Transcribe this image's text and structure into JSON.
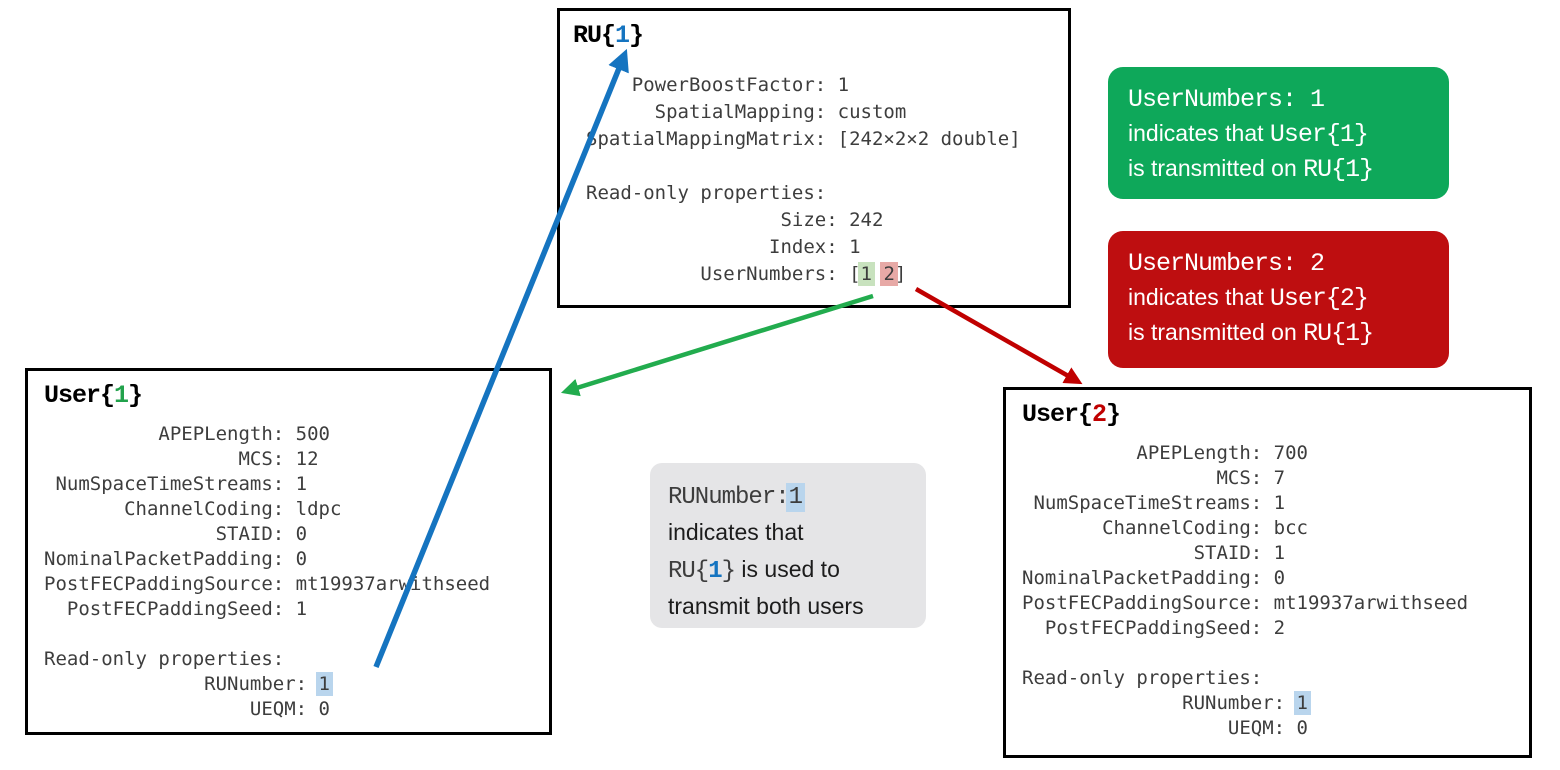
{
  "colors": {
    "ink": "#3d3d3d",
    "gray-ink": "#1c1c1c",
    "border": "#000000",
    "blue": "#1574c0",
    "green": "#22a24c",
    "dark-red": "#c00000",
    "hl-green": "#c8e2be",
    "hl-red": "#e7a9a6",
    "hl-blue": "#b9d5ed",
    "callout-green-bg": "#0ea85a",
    "callout-red-bg": "#be0e10",
    "callout-gray-bg": "#e5e5e7",
    "arrow-blue": "#1574c0",
    "arrow-green": "#22ac4e",
    "arrow-red": "#c00000"
  },
  "boxes": {
    "ru": {
      "title": [
        {
          "t": "RU{"
        },
        {
          "t": "1",
          "c": "num-blue"
        },
        {
          "t": "}"
        }
      ],
      "lines": [
        "    PowerBoostFactor: 1",
        "      SpatialMapping: custom",
        "SpatialMappingMatrix: [242×2×2 double]",
        "",
        "Read-only properties:",
        "                 Size: 242",
        "                Index: 1",
        [
          {
            "t": "          UserNumbers: ["
          },
          {
            "t": "1",
            "c": "hl-green"
          },
          {
            "t": " "
          },
          {
            "t": "2",
            "c": "hl-red"
          },
          {
            "t": "]"
          }
        ]
      ]
    },
    "user1": {
      "title": [
        {
          "t": "User{"
        },
        {
          "t": "1",
          "c": "num-green"
        },
        {
          "t": "}"
        }
      ],
      "lines": [
        "          APEPLength: 500",
        "                 MCS: 12",
        " NumSpaceTimeStreams: 1",
        "       ChannelCoding: ldpc",
        "               STAID: 0",
        "NominalPacketPadding: 0",
        "PostFECPaddingSource: mt19937arwithseed",
        "  PostFECPaddingSeed: 1",
        "",
        "Read-only properties:",
        [
          {
            "t": "              RUNumber: "
          },
          {
            "t": "1",
            "c": "hl-blue"
          }
        ],
        "                  UEQM: 0"
      ]
    },
    "user2": {
      "title": [
        {
          "t": "User{"
        },
        {
          "t": "2",
          "c": "num-red"
        },
        {
          "t": "}"
        }
      ],
      "lines": [
        "          APEPLength: 700",
        "                 MCS: 7",
        " NumSpaceTimeStreams: 1",
        "       ChannelCoding: bcc",
        "               STAID: 1",
        "NominalPacketPadding: 0",
        "PostFECPaddingSource: mt19937arwithseed",
        "  PostFECPaddingSeed: 2",
        "",
        "Read-only properties:",
        [
          {
            "t": "              RUNumber: "
          },
          {
            "t": "1",
            "c": "hl-blue"
          }
        ],
        "                  UEQM: 0"
      ]
    }
  },
  "callouts": {
    "green": {
      "lines": [
        [
          {
            "t": "UserNumbers: 1",
            "c": "mono"
          }
        ],
        [
          {
            "t": "indicates that ",
            "c": "sans"
          },
          {
            "t": "User{1}",
            "c": "mono"
          }
        ],
        [
          {
            "t": "is transmitted on ",
            "c": "sans"
          },
          {
            "t": "RU{1}",
            "c": "mono"
          }
        ]
      ]
    },
    "red": {
      "lines": [
        [
          {
            "t": "UserNumbers: 2",
            "c": "mono"
          }
        ],
        [
          {
            "t": "indicates that ",
            "c": "sans"
          },
          {
            "t": "User{2}",
            "c": "mono"
          }
        ],
        [
          {
            "t": "is transmitted on ",
            "c": "sans"
          },
          {
            "t": "RU{1}",
            "c": "mono"
          }
        ]
      ]
    },
    "gray": {
      "lines": [
        [
          {
            "t": "RUNumber:",
            "c": "mono"
          },
          {
            "t": "1",
            "c": "mono hl-blue"
          }
        ],
        [
          {
            "t": "indicates that",
            "c": "sans"
          }
        ],
        [
          {
            "t": "RU{",
            "c": "mono"
          },
          {
            "t": "1",
            "c": "mono num-blue"
          },
          {
            "t": "}",
            "c": "mono"
          },
          {
            "t": " is used to",
            "c": "sans"
          }
        ],
        [
          {
            "t": "transmit both users",
            "c": "sans"
          }
        ]
      ]
    }
  }
}
